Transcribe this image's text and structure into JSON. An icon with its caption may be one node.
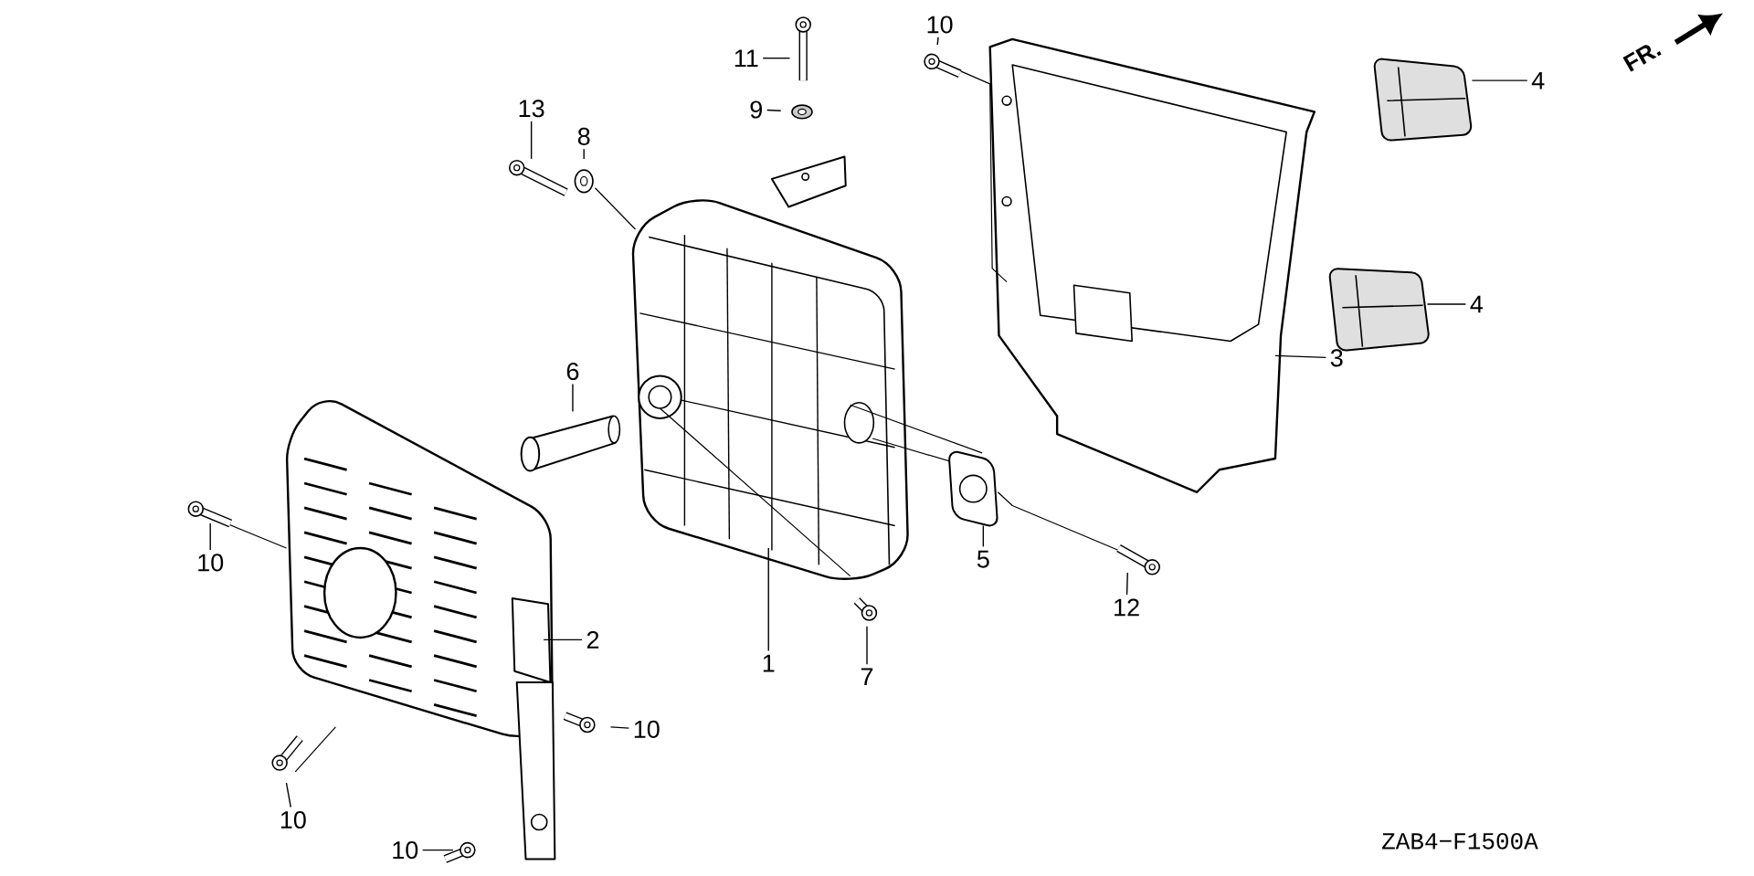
{
  "diagram": {
    "nodes": [
      {
        "text": [
          "10"
        ]
      },
      {
        "text": [
          "11"
        ]
      },
      {
        "text": [
          "4"
        ]
      },
      {
        "text": [
          "13"
        ]
      },
      {
        "text": [
          "9"
        ]
      },
      {
        "text": [
          "8"
        ]
      },
      {
        "text": [
          "4"
        ]
      },
      {
        "text": [
          "3"
        ]
      },
      {
        "text": [
          "6"
        ]
      },
      {
        "text": [
          "5"
        ]
      },
      {
        "text": [
          "10"
        ]
      },
      {
        "text": [
          "12"
        ]
      },
      {
        "text": [
          "2"
        ]
      },
      {
        "text": [
          "1"
        ]
      },
      {
        "text": [
          "7"
        ]
      },
      {
        "text": [
          "10"
        ]
      },
      {
        "text": [
          "10"
        ]
      },
      {
        "text": [
          "10"
        ]
      }
    ],
    "edges": [
      {
        "from": 0,
        "to": null,
        "arrow": "none"
      },
      {
        "from": 1,
        "to": null,
        "arrow": "none"
      },
      {
        "from": 2,
        "to": null,
        "arrow": "none"
      },
      {
        "from": 3,
        "to": null,
        "arrow": "none"
      },
      {
        "from": 4,
        "to": null,
        "arrow": "none"
      },
      {
        "from": 5,
        "to": null,
        "arrow": "none"
      },
      {
        "from": 6,
        "to": null,
        "arrow": "none"
      },
      {
        "from": 7,
        "to": null,
        "arrow": "none"
      },
      {
        "from": 8,
        "to": null,
        "arrow": "none"
      },
      {
        "from": 9,
        "to": null,
        "arrow": "none"
      },
      {
        "from": 10,
        "to": null,
        "arrow": "none"
      },
      {
        "from": 11,
        "to": null,
        "arrow": "none"
      },
      {
        "from": 12,
        "to": null,
        "arrow": "none"
      },
      {
        "from": 13,
        "to": null,
        "arrow": "none"
      },
      {
        "from": 14,
        "to": null,
        "arrow": "none"
      },
      {
        "from": 15,
        "to": null,
        "arrow": "none"
      },
      {
        "from": 16,
        "to": null,
        "arrow": "none"
      },
      {
        "from": 17,
        "to": null,
        "arrow": "none"
      }
    ],
    "labels": [
      "FR.",
      "ZAB4−F1500A"
    ]
  }
}
